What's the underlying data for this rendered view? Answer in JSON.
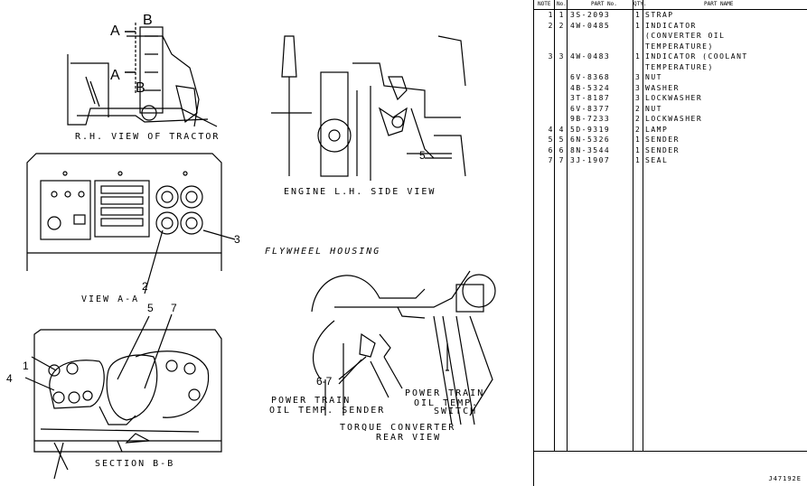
{
  "table": {
    "headers": {
      "note": "NOTE",
      "no": "No.",
      "part_no": "PART No.",
      "qty": "QTY.",
      "part_name": "PART NAME"
    },
    "rows": [
      {
        "note": "1",
        "no": "1",
        "part_no": "3S-2093",
        "qty": "1",
        "name": "STRAP"
      },
      {
        "note": "2",
        "no": "2",
        "part_no": "4W-0485",
        "qty": "1",
        "name": "INDICATOR"
      },
      {
        "note": "",
        "no": "",
        "part_no": "",
        "qty": "",
        "name": "(CONVERTER OIL"
      },
      {
        "note": "",
        "no": "",
        "part_no": "",
        "qty": "",
        "name": "TEMPERATURE)"
      },
      {
        "note": "3",
        "no": "3",
        "part_no": "4W-0483",
        "qty": "1",
        "name": "INDICATOR (COOLANT"
      },
      {
        "note": "",
        "no": "",
        "part_no": "",
        "qty": "",
        "name": "TEMPERATURE)"
      },
      {
        "note": "",
        "no": "",
        "part_no": "6V-8368",
        "qty": "3",
        "name": "NUT"
      },
      {
        "note": "",
        "no": "",
        "part_no": "4B-5324",
        "qty": "3",
        "name": "WASHER"
      },
      {
        "note": "",
        "no": "",
        "part_no": "3T-8187",
        "qty": "3",
        "name": "LOCKWASHER"
      },
      {
        "note": "",
        "no": "",
        "part_no": "6V-8377",
        "qty": "2",
        "name": "NUT"
      },
      {
        "note": "",
        "no": "",
        "part_no": "9B-7233",
        "qty": "2",
        "name": "LOCKWASHER"
      },
      {
        "note": "4",
        "no": "4",
        "part_no": "5D-9319",
        "qty": "2",
        "name": "LAMP"
      },
      {
        "note": "5",
        "no": "5",
        "part_no": "6N-5326",
        "qty": "1",
        "name": "SENDER"
      },
      {
        "note": "6",
        "no": "6",
        "part_no": "8N-3544",
        "qty": "1",
        "name": "SENDER"
      },
      {
        "note": "7",
        "no": "7",
        "part_no": "3J-1907",
        "qty": "1",
        "name": "SEAL"
      }
    ],
    "reference": "J47192E"
  },
  "drawing": {
    "labels": {
      "rh_view": "R.H. VIEW OF TRACTOR",
      "engine_view": "ENGINE L.H. SIDE VIEW",
      "flywheel": "FLYWHEEL HOUSING",
      "view_aa": "VIEW A-A",
      "section_bb": "SECTION B-B",
      "pt_oil_temp_sender_1": "POWER TRAIN",
      "pt_oil_temp_sender_2": "OIL TEMP. SENDER",
      "pt_oil_temp_switch_1": "POWER TRAIN",
      "pt_oil_temp_switch_2": "OIL TEMP.",
      "pt_oil_temp_switch_3": "SWITCH",
      "torque_conv_1": "TORQUE CONVERTER",
      "torque_conv_2": "REAR VIEW",
      "a_top": "A",
      "a_bottom": "A",
      "b_top": "B",
      "b_bottom": "B",
      "callout_1": "1",
      "callout_2": "2",
      "callout_3": "3",
      "callout_4": "4",
      "callout_5a": "5",
      "callout_5b": "5",
      "callout_7": "7",
      "callout_67": "6-7"
    }
  }
}
